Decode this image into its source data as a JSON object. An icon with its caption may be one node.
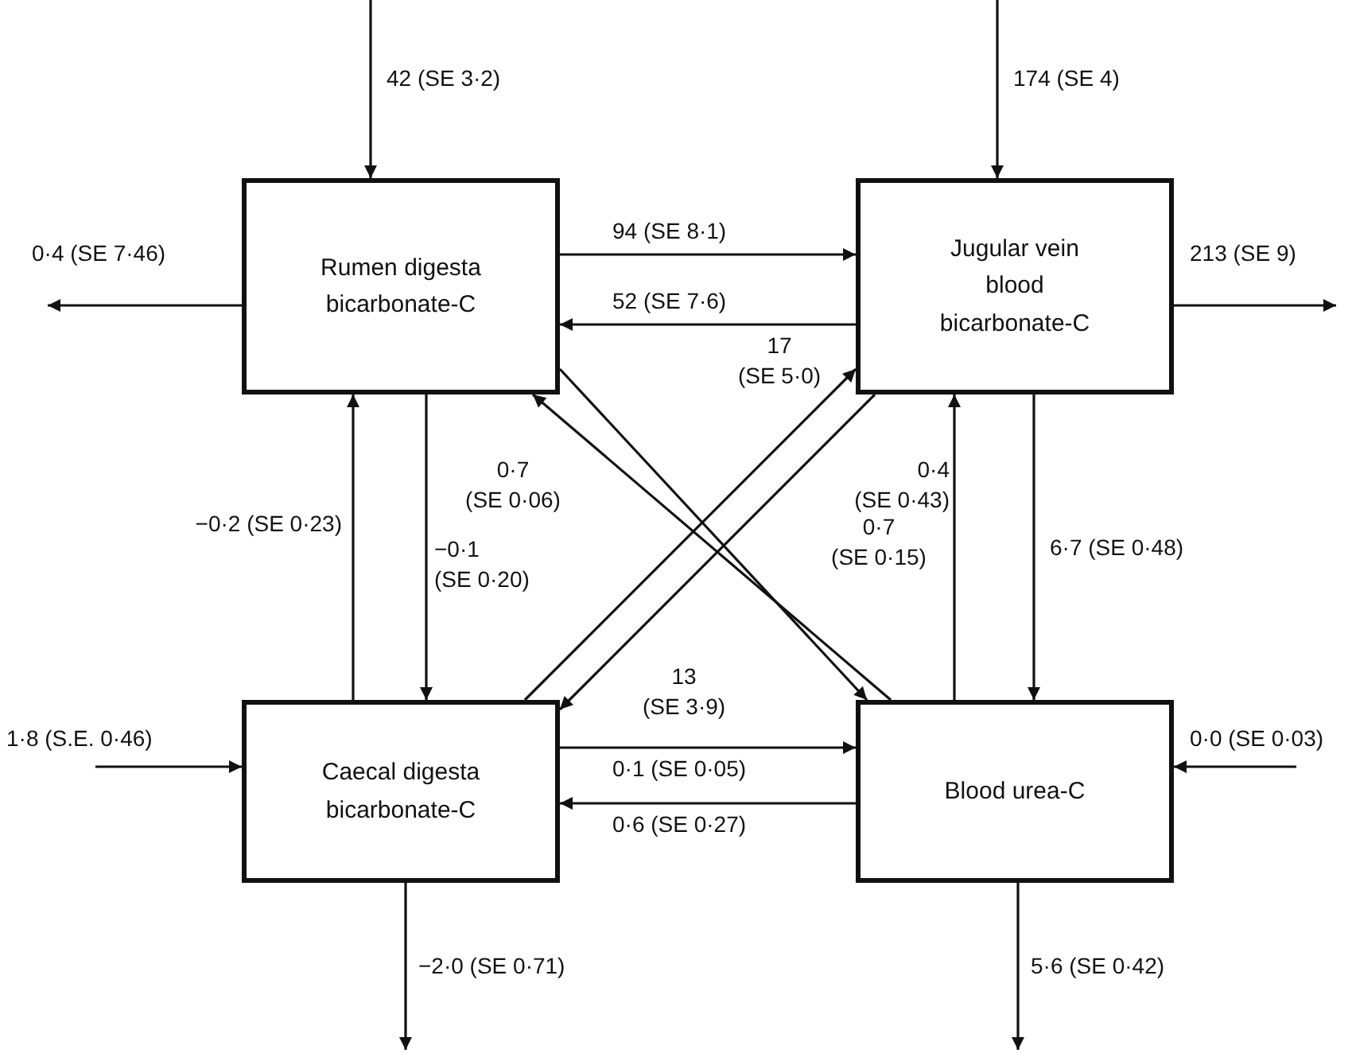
{
  "diagram": {
    "nodes": [
      {
        "text": [
          "Rumen digesta bicarbonate-C"
        ]
      },
      {
        "text": [
          "Jugular vein blood bicarbonate-C"
        ]
      },
      {
        "text": [
          "Caecal digesta bicarbonate-C"
        ]
      },
      {
        "text": [
          "Blood urea-C"
        ]
      }
    ],
    "edges": [
      {
        "from": null,
        "to": 0,
        "arrow": "to",
        "label": "42 (SE 3·2)"
      },
      {
        "from": 0,
        "to": null,
        "arrow": "to",
        "label": "0·4 (SE 7·46)"
      },
      {
        "from": null,
        "to": 1,
        "arrow": "to",
        "label": "174 (SE 4)"
      },
      {
        "from": 1,
        "to": null,
        "arrow": "to",
        "label": "213 (SE 9)"
      },
      {
        "from": 0,
        "to": 1,
        "arrow": "to",
        "label": "94 (SE 8·1)"
      },
      {
        "from": 1,
        "to": 0,
        "arrow": "to",
        "label": "52 (SE 7·6)"
      },
      {
        "from": 2,
        "to": 1,
        "arrow": "to",
        "label": "17 (SE 5·0)"
      },
      {
        "from": 1,
        "to": 2,
        "arrow": "to",
        "label": "13 (SE 3·9)"
      },
      {
        "from": 3,
        "to": 0,
        "arrow": "to",
        "label": "0·7 (SE 0·06)"
      },
      {
        "from": 0,
        "to": 3,
        "arrow": "to",
        "label": "0·7 (SE 0·15)"
      },
      {
        "from": 0,
        "to": 2,
        "arrow": "to",
        "label": "−0·1 (SE 0·20)"
      },
      {
        "from": 2,
        "to": 0,
        "arrow": "to",
        "label": "−0·2 (SE 0·23)"
      },
      {
        "from": 1,
        "to": 3,
        "arrow": "to",
        "label": "6·7 (SE 0·48)"
      },
      {
        "from": 3,
        "to": 1,
        "arrow": "to",
        "label": "0·4 (SE 0·43)"
      },
      {
        "from": 2,
        "to": 3,
        "arrow": "to",
        "label": "0·1 (SE 0·05)"
      },
      {
        "from": 3,
        "to": 2,
        "arrow": "to",
        "label": "0·6 (SE 0·27)"
      },
      {
        "from": null,
        "to": 2,
        "arrow": "to",
        "label": "1·8 (S.E. 0·46)"
      },
      {
        "from": 2,
        "to": null,
        "arrow": "to",
        "label": "−2·0 (SE 0·71)"
      },
      {
        "from": null,
        "to": 3,
        "arrow": "to",
        "label": "0·0 (SE 0·03)"
      },
      {
        "from": 3,
        "to": null,
        "arrow": "to",
        "label": "5·6 (SE 0·42)"
      }
    ]
  }
}
